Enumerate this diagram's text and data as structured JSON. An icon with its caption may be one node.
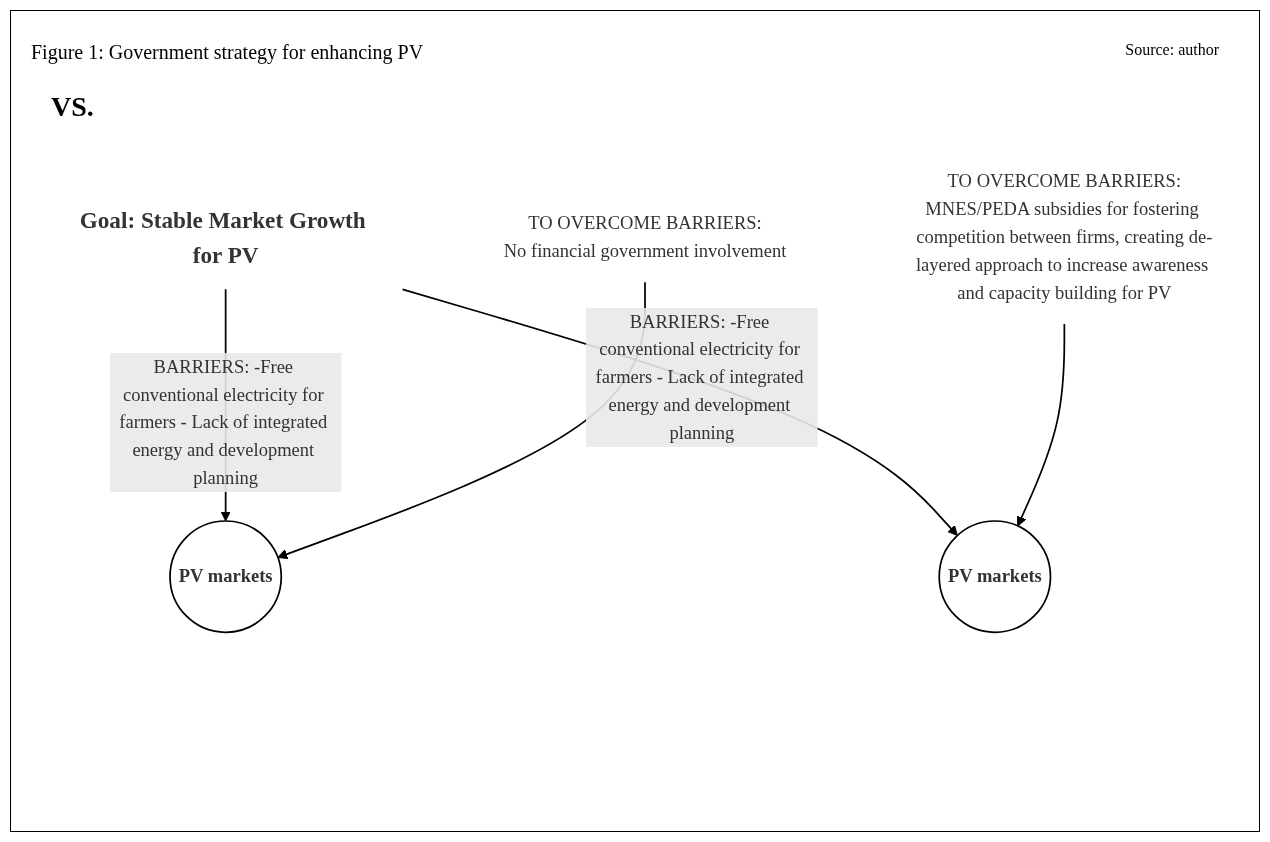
{
  "diagram": {
    "title": "Figure 1: Government strategy for enhancing PV",
    "nodes": [
      {
        "text": [
          "Goal: Stable Market Growth for PV"
        ]
      },
      {
        "text": [
          "PV markets"
        ]
      },
      {
        "text": [
          "TO OVERCOME BARRIERS:",
          "No financial government involvement"
        ]
      },
      {
        "text": [
          "PV markets"
        ]
      },
      {
        "text": [
          "TO OVERCOME BARRIERS:",
          "MNES/PEDA subsidies for fostering competition between firms, creating de-layered approach to increase awareness and capacity building for PV"
        ]
      }
    ],
    "edges": [
      {
        "from": 0,
        "to": 1,
        "arrow": "to",
        "label": "BARRIERS: -Free conventional electricity for farmers - Lack of integrated energy and development planning"
      },
      {
        "from": 2,
        "to": 1,
        "arrow": "to"
      },
      {
        "from": 0,
        "to": 3,
        "arrow": "to",
        "label": "BARRIERS: -Free conventional electricity for farmers - Lack of integrated energy and development planning"
      },
      {
        "from": 4,
        "to": 3,
        "arrow": "to"
      }
    ],
    "labels": [
      "Source: author",
      "VS."
    ]
  }
}
